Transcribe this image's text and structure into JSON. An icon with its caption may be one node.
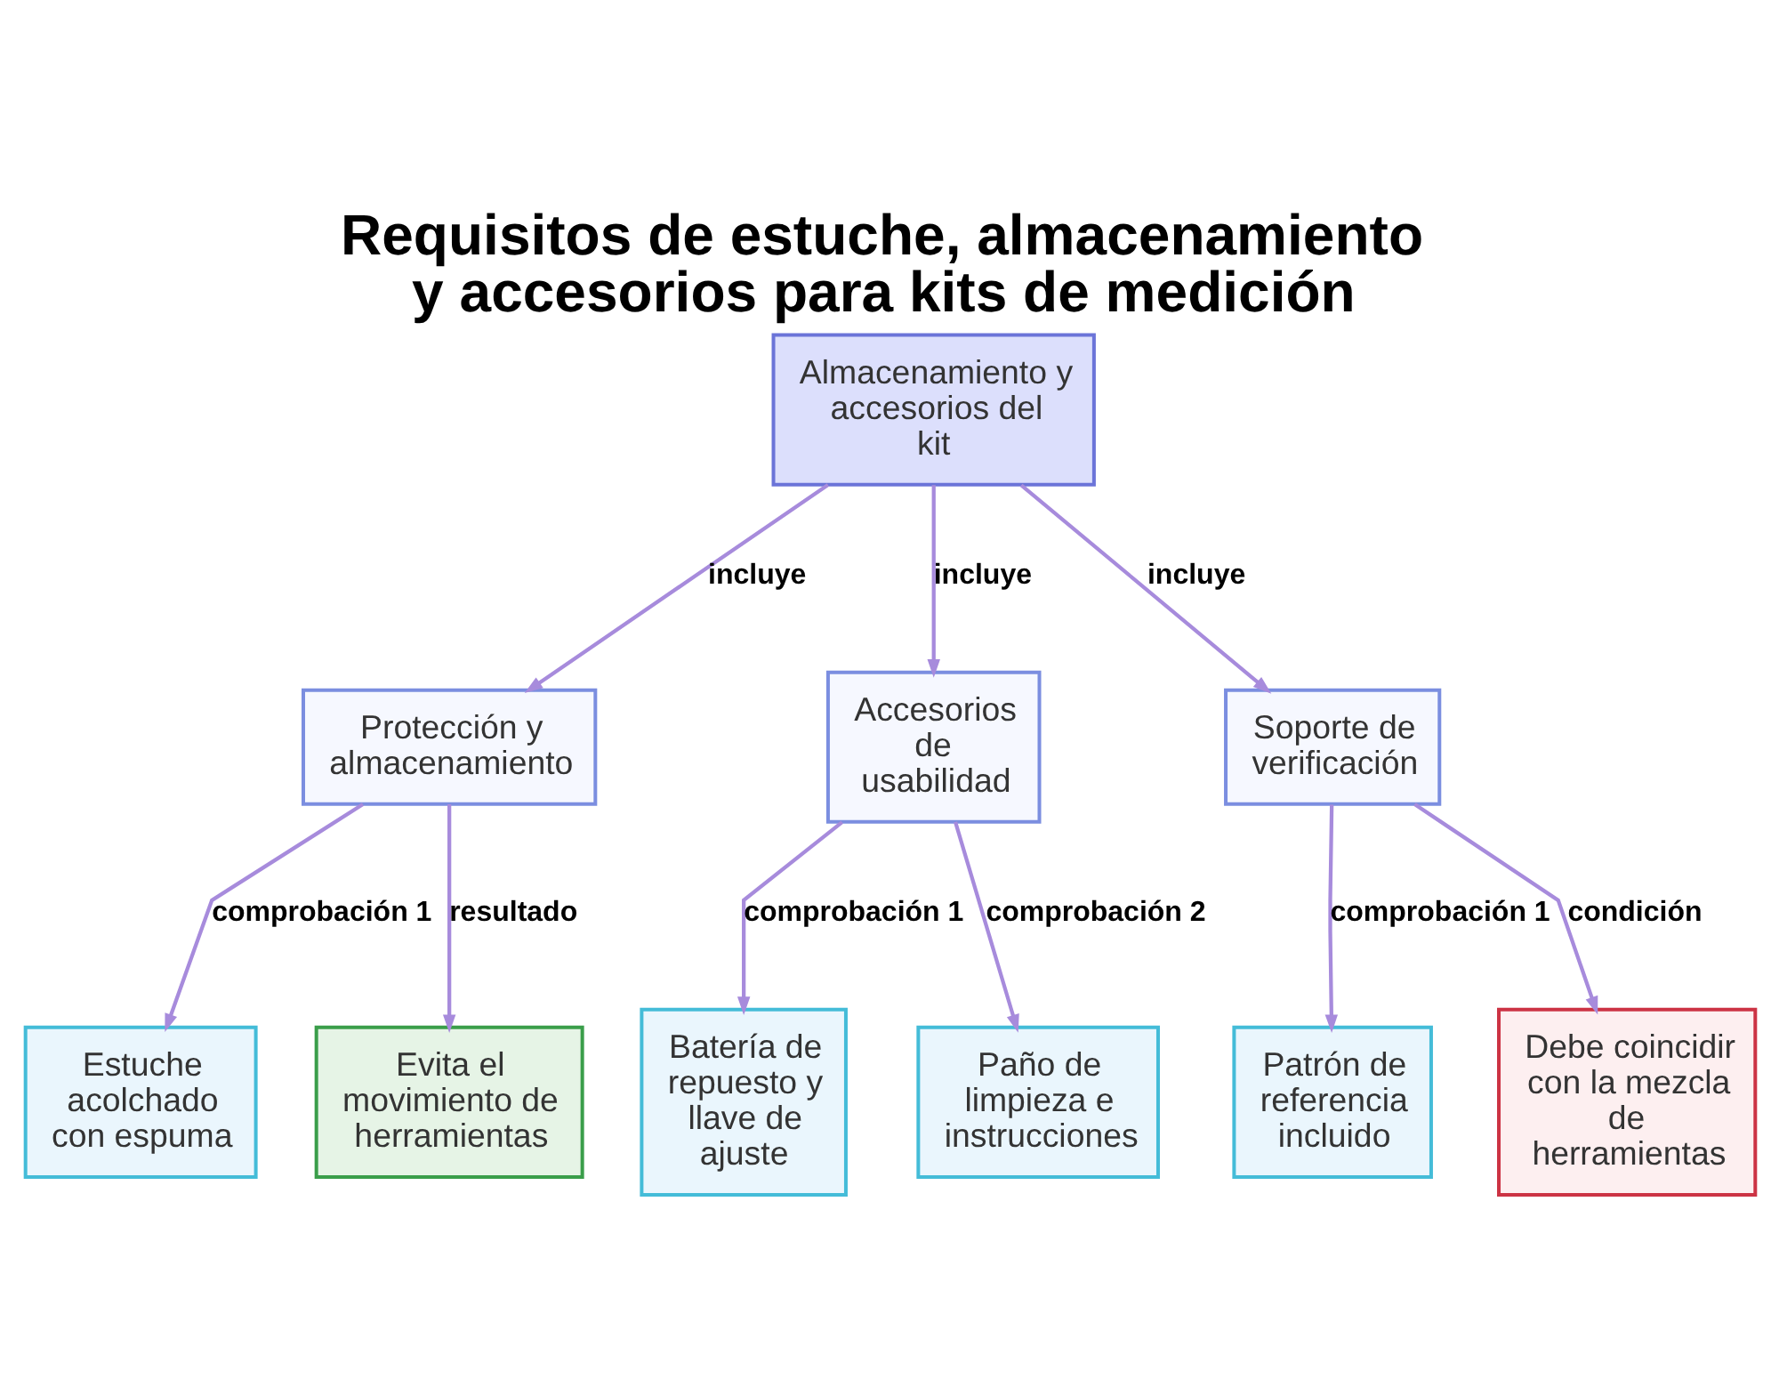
{
  "diagram": {
    "title": "Requisitos de estuche, almacenamiento y accesorios para kits de medición",
    "nodes": [
      {
        "text": [
          "Almacenamiento y accesorios del kit"
        ]
      },
      {
        "text": [
          "Protección y almacenamiento"
        ]
      },
      {
        "text": [
          "Accesorios de usabilidad"
        ]
      },
      {
        "text": [
          "Soporte de verificación"
        ]
      },
      {
        "text": [
          "Estuche acolchado con espuma"
        ]
      },
      {
        "text": [
          "Evita el movimiento de herramientas"
        ]
      },
      {
        "text": [
          "Batería de repuesto y llave de ajuste"
        ]
      },
      {
        "text": [
          "Paño de limpieza e instrucciones"
        ]
      },
      {
        "text": [
          "Patrón de referencia incluido"
        ]
      },
      {
        "text": [
          "Debe coincidir con la mezcla de herramientas"
        ]
      }
    ],
    "edges": [
      {
        "from": 0,
        "to": 1,
        "arrow": "to",
        "label": "incluye"
      },
      {
        "from": 0,
        "to": 2,
        "arrow": "to",
        "label": "incluye"
      },
      {
        "from": 0,
        "to": 3,
        "arrow": "to",
        "label": "incluye"
      },
      {
        "from": 1,
        "to": 4,
        "arrow": "to",
        "label": "comprobación 1"
      },
      {
        "from": 1,
        "to": 5,
        "arrow": "to",
        "label": "resultado"
      },
      {
        "from": 2,
        "to": 6,
        "arrow": "to",
        "label": "comprobación 1"
      },
      {
        "from": 2,
        "to": 7,
        "arrow": "to",
        "label": "comprobación 2"
      },
      {
        "from": 3,
        "to": 8,
        "arrow": "to",
        "label": "comprobación 1"
      },
      {
        "from": 3,
        "to": 9,
        "arrow": "to",
        "label": "condición"
      }
    ]
  }
}
